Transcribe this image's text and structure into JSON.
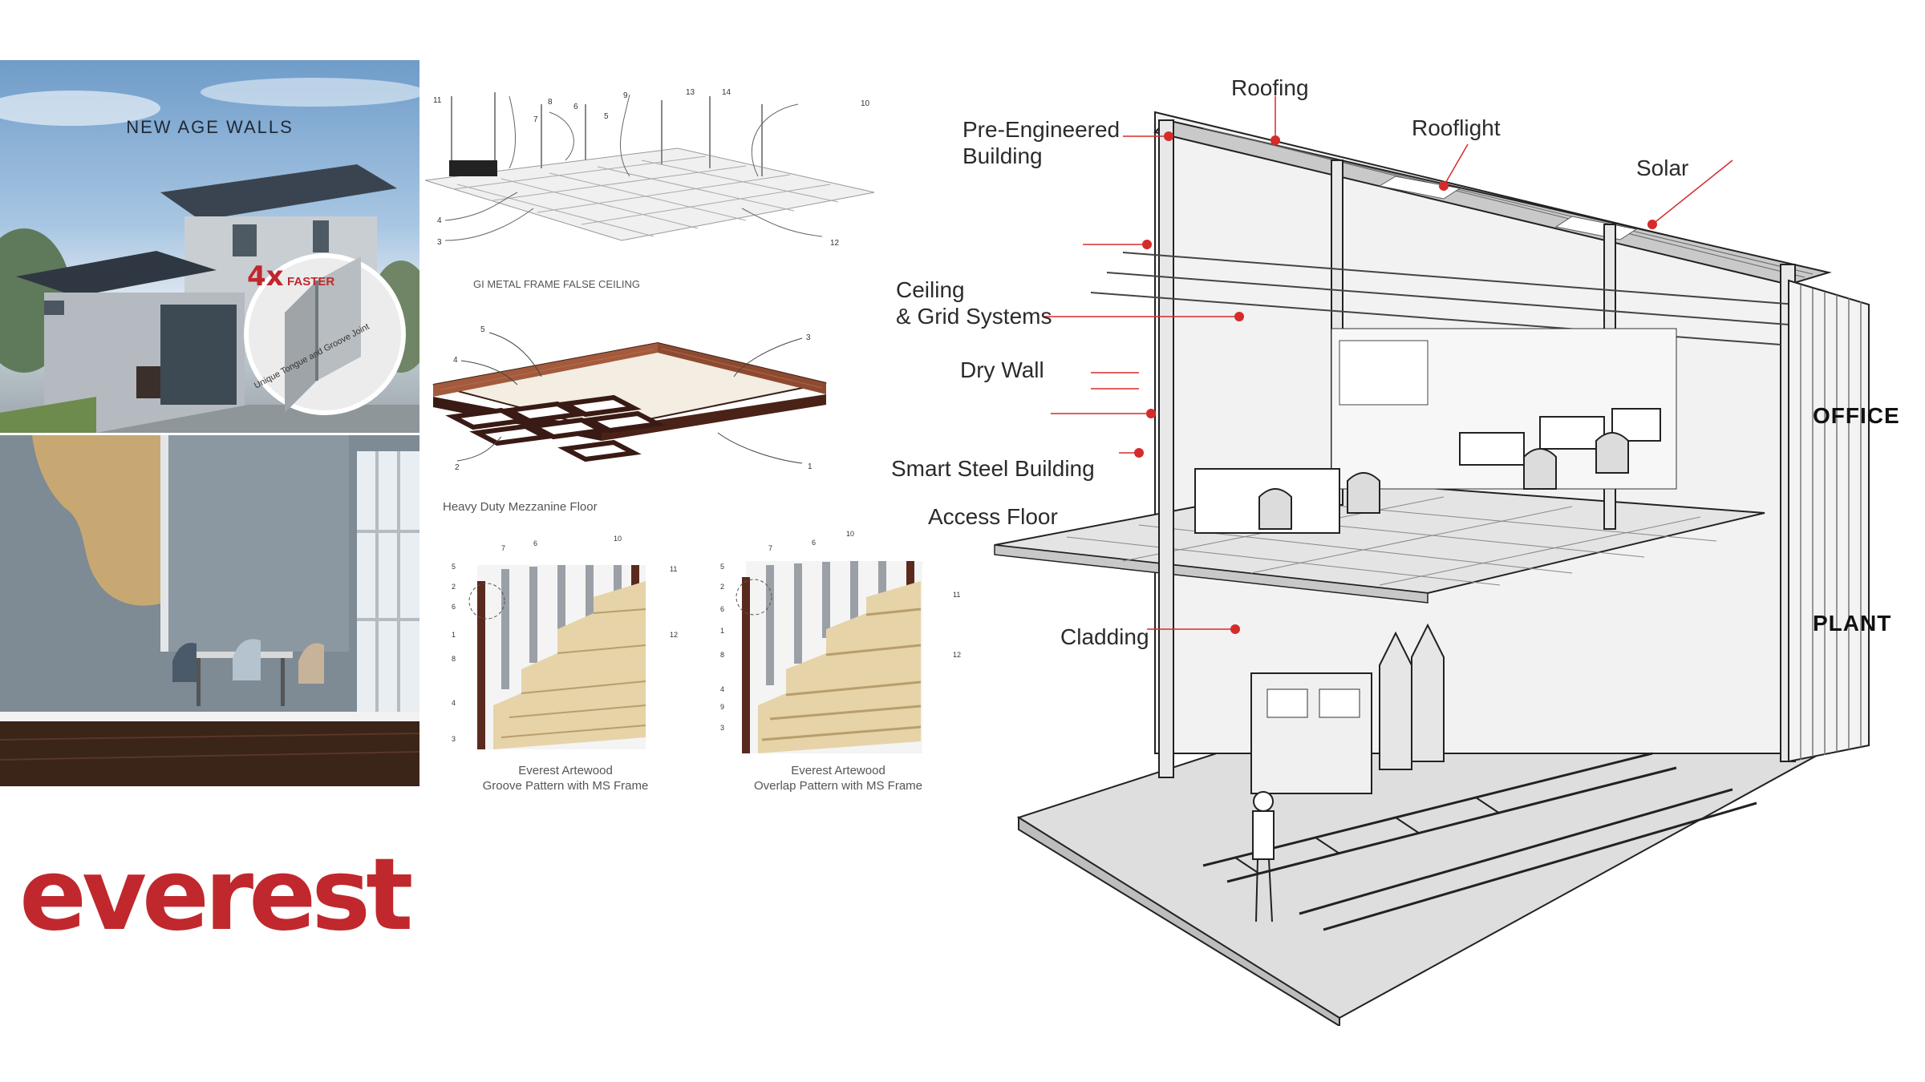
{
  "left_panel": {
    "walls_title": "NEW AGE WALLS",
    "badge_number": "4x",
    "badge_text": "FASTER",
    "joint_label": "Unique Tongue and Groove Joint"
  },
  "drawings": {
    "ceiling_caption": "GI METAL FRAME FALSE CEILING",
    "ceiling_numbers": [
      "11",
      "8",
      "7",
      "6",
      "5",
      "9",
      "13",
      "14",
      "10",
      "4",
      "3",
      "12"
    ],
    "mezzanine_caption": "Heavy Duty Mezzanine Floor",
    "mezzanine_numbers": [
      "5",
      "4",
      "2",
      "3",
      "1"
    ],
    "groove_caption_line1": "Everest Artewood",
    "groove_caption_line2": "Groove Pattern with MS Frame",
    "overlap_caption_line1": "Everest Artewood",
    "overlap_caption_line2": "Overlap Pattern with MS Frame"
  },
  "brand": {
    "logo_text": "everest",
    "color": "#c0282d"
  },
  "cutaway": {
    "callouts": {
      "roofing": "Roofing",
      "peb_line1": "Pre-Engineered",
      "peb_line2": "Building",
      "rooflight": "Rooflight",
      "solar": "Solar",
      "ceiling_line1": "Ceiling",
      "ceiling_line2": "& Grid Systems",
      "dry_wall": "Dry Wall",
      "smart_steel": "Smart Steel Building",
      "access_floor": "Access Floor",
      "cladding": "Cladding"
    },
    "zones": {
      "office": "OFFICE",
      "plant": "PLANT"
    },
    "dot_color": "#d52b2b"
  }
}
